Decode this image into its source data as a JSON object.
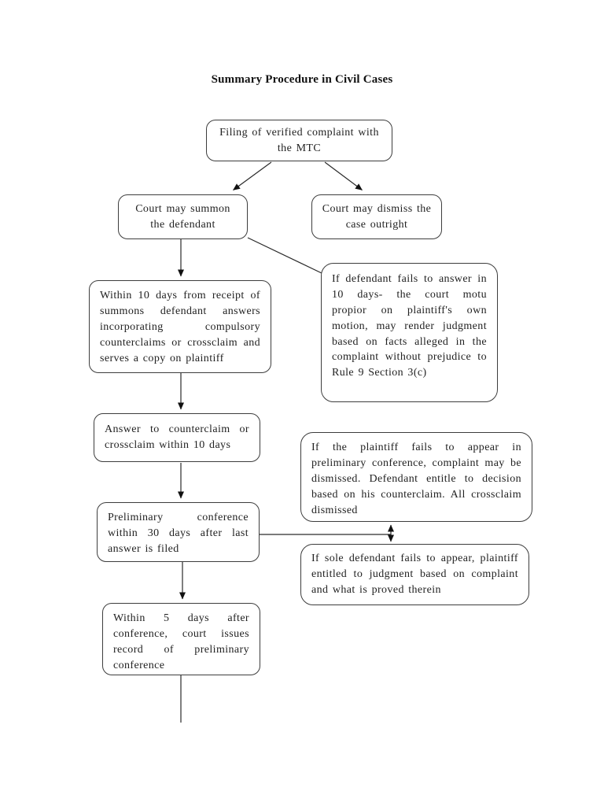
{
  "document": {
    "title": "Summary Procedure in Civil Cases"
  },
  "diagram": {
    "type": "flowchart",
    "nodes": {
      "filing": {
        "id": "filing",
        "text": "Filing of verified complaint with the MTC"
      },
      "summon": {
        "id": "summon",
        "text": "Court may summon the defendant"
      },
      "dismiss": {
        "id": "dismiss",
        "text": "Court may dismiss the case outright"
      },
      "answer_10_days": {
        "id": "answer_10_days",
        "text": "Within 10 days from receipt of summons defendant answers incorporating compulsory counterclaims or crossclaim and serves a copy on plaintiff"
      },
      "defendant_fails": {
        "id": "defendant_fails",
        "text": "If defendant fails to answer in 10 days- the court motu propior on plaintiff's own motion, may render judgment based on facts alleged in the complaint without prejudice to Rule 9 Section 3(c)"
      },
      "answer_counterclaim": {
        "id": "answer_counterclaim",
        "text": "Answer to counterclaim or crossclaim within 10 days"
      },
      "preliminary_conference": {
        "id": "preliminary_conference",
        "text": "Preliminary conference within 30 days after last answer is filed"
      },
      "plaintiff_fails": {
        "id": "plaintiff_fails",
        "text": "If the plaintiff fails to appear in preliminary conference, complaint may be dismissed. Defendant entitle to decision based on his counterclaim. All crossclaim dismissed"
      },
      "sole_defendant_fails": {
        "id": "sole_defendant_fails",
        "text": "If sole defendant fails to appear, plaintiff entitled to judgment based on complaint and what is proved therein"
      },
      "record_conference": {
        "id": "record_conference",
        "text": "Within 5 days after conference, court issues record of preliminary conference"
      }
    },
    "edges": [
      {
        "from": "filing",
        "to": "summon",
        "arrow": "end"
      },
      {
        "from": "filing",
        "to": "dismiss",
        "arrow": "end"
      },
      {
        "from": "summon",
        "to": "answer_10_days",
        "arrow": "end"
      },
      {
        "from": "summon",
        "to": "defendant_fails",
        "arrow": "none"
      },
      {
        "from": "answer_10_days",
        "to": "answer_counterclaim",
        "arrow": "end"
      },
      {
        "from": "answer_counterclaim",
        "to": "preliminary_conference",
        "arrow": "end"
      },
      {
        "from": "preliminary_conference",
        "to": "plaintiff_fails",
        "arrow": "end"
      },
      {
        "from": "preliminary_conference",
        "to": "sole_defendant_fails",
        "arrow": "end"
      },
      {
        "from": "plaintiff_fails",
        "to": "sole_defendant_fails",
        "arrow": "double"
      },
      {
        "from": "preliminary_conference",
        "to": "record_conference",
        "arrow": "end"
      },
      {
        "from": "record_conference",
        "to": "continuation-below-page",
        "arrow": "none"
      }
    ],
    "style": {
      "node_border_color": "#3d3d3d",
      "line_color": "#2a2a2a",
      "background": "#ffffff",
      "text_color": "#222222"
    }
  }
}
